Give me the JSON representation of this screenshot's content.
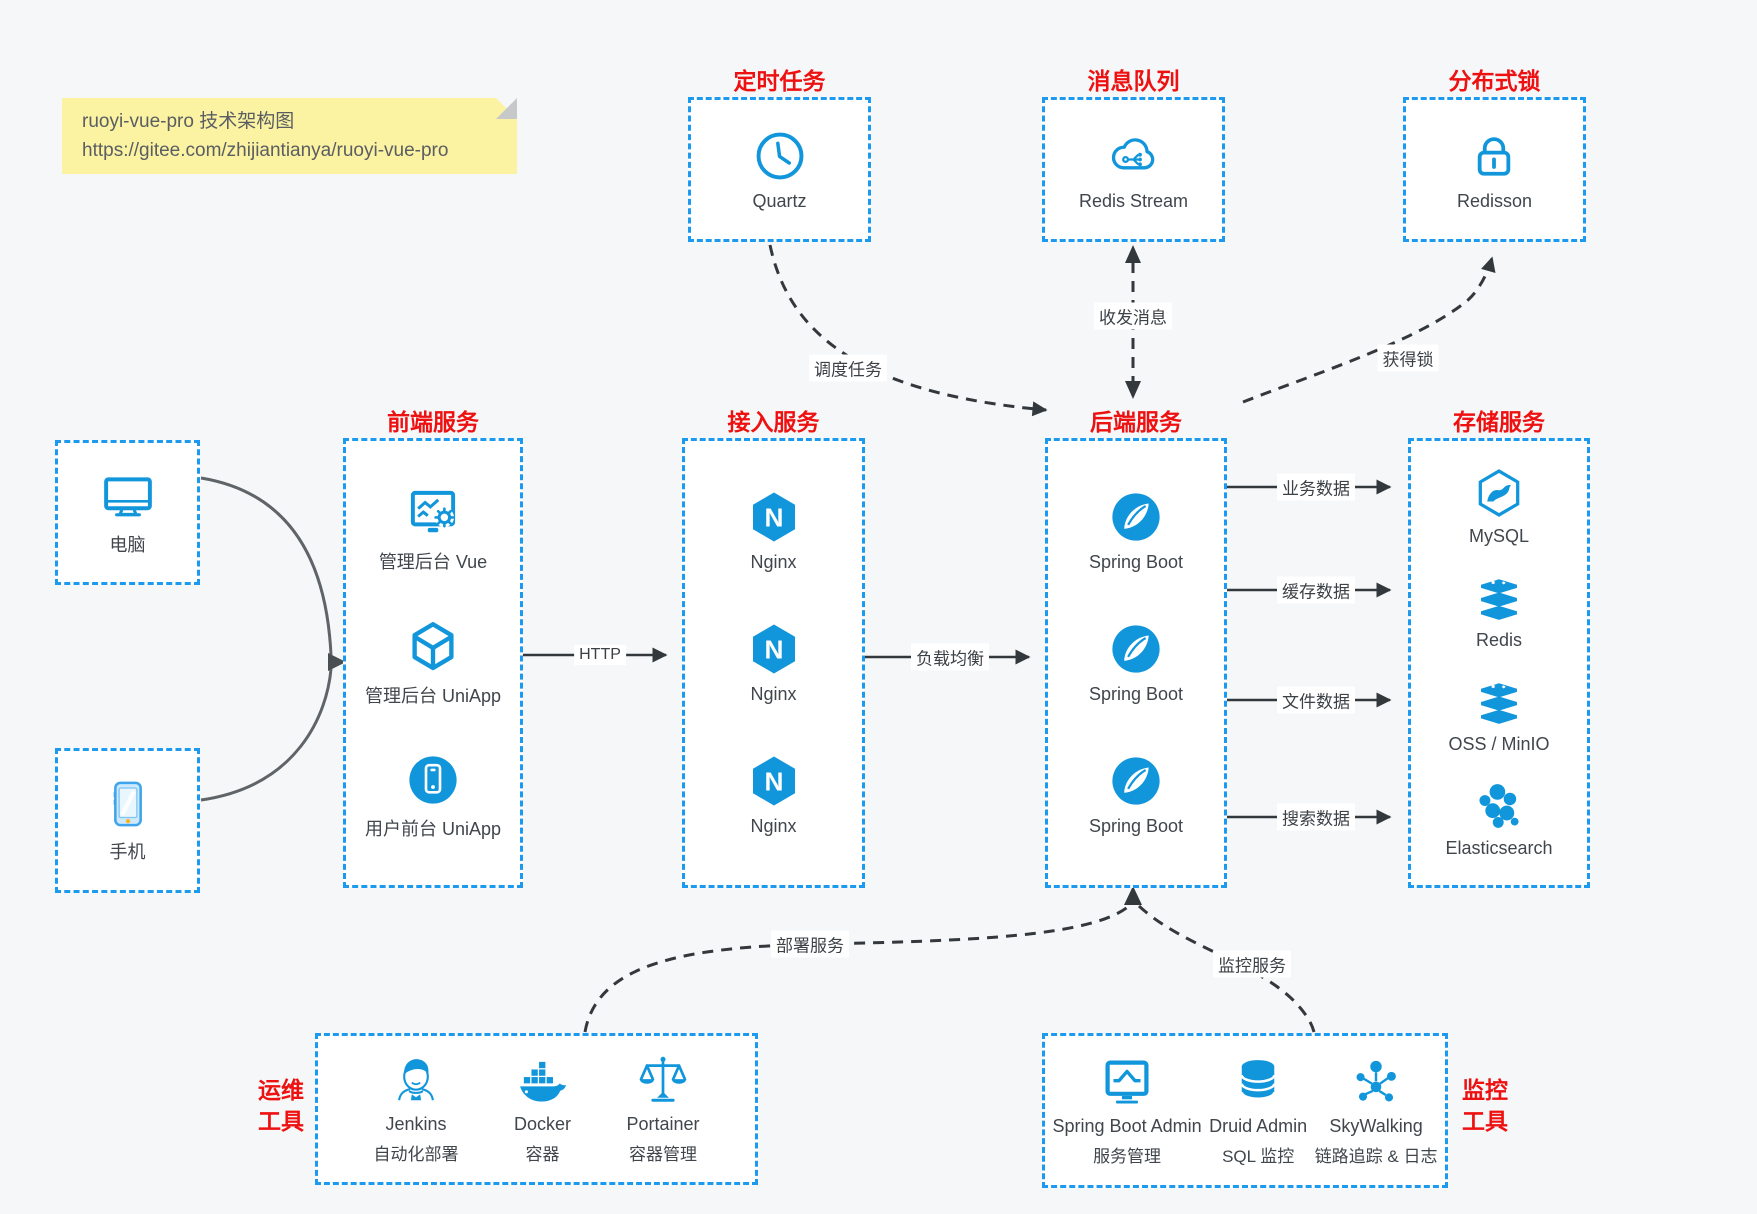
{
  "note": {
    "title": "ruoyi-vue-pro 技术架构图",
    "url": "https://gitee.com/zhijiantianya/ruoyi-vue-pro"
  },
  "colors": {
    "accent_blue": "#1296db",
    "border_blue": "#1b9aef",
    "title_red": "#ee1111",
    "line_dark": "#33383d",
    "note_bg": "#fbf2a2"
  },
  "groups": {
    "scheduler": {
      "title": "定时任务",
      "item": {
        "icon": "clock-icon",
        "label": "Quartz"
      }
    },
    "mq": {
      "title": "消息队列",
      "item": {
        "icon": "cloud-stream-icon",
        "label": "Redis Stream"
      }
    },
    "lock": {
      "title": "分布式锁",
      "item": {
        "icon": "lock-icon",
        "label": "Redisson"
      }
    },
    "clients": {
      "pc": {
        "icon": "desktop-icon",
        "label": "电脑"
      },
      "mobile": {
        "icon": "mobile-icon",
        "label": "手机"
      }
    },
    "frontend": {
      "title": "前端服务",
      "items": [
        {
          "icon": "admin-vue-icon",
          "label": "管理后台 Vue"
        },
        {
          "icon": "cube-icon",
          "label": "管理后台 UniApp"
        },
        {
          "icon": "mobile-app-icon",
          "label": "用户前台 UniApp"
        }
      ]
    },
    "gateway": {
      "title": "接入服务",
      "items": [
        {
          "icon": "nginx-icon",
          "label": "Nginx"
        },
        {
          "icon": "nginx-icon",
          "label": "Nginx"
        },
        {
          "icon": "nginx-icon",
          "label": "Nginx"
        }
      ]
    },
    "backend": {
      "title": "后端服务",
      "items": [
        {
          "icon": "spring-icon",
          "label": "Spring Boot"
        },
        {
          "icon": "spring-icon",
          "label": "Spring Boot"
        },
        {
          "icon": "spring-icon",
          "label": "Spring Boot"
        }
      ]
    },
    "storage": {
      "title": "存储服务",
      "items": [
        {
          "icon": "mysql-icon",
          "label": "MySQL"
        },
        {
          "icon": "redis-icon",
          "label": "Redis"
        },
        {
          "icon": "oss-icon",
          "label": "OSS / MinIO"
        },
        {
          "icon": "elasticsearch-icon",
          "label": "Elasticsearch"
        }
      ]
    },
    "ops": {
      "title": "运维\n工具",
      "items": [
        {
          "icon": "jenkins-icon",
          "label": "Jenkins",
          "sub": "自动化部署"
        },
        {
          "icon": "docker-icon",
          "label": "Docker",
          "sub": "容器"
        },
        {
          "icon": "portainer-icon",
          "label": "Portainer",
          "sub": "容器管理"
        }
      ]
    },
    "monitoring": {
      "title": "监控\n工具",
      "items": [
        {
          "icon": "spring-boot-admin-icon",
          "label": "Spring Boot Admin",
          "sub": "服务管理"
        },
        {
          "icon": "druid-icon",
          "label": "Druid Admin",
          "sub": "SQL 监控"
        },
        {
          "icon": "skywalking-icon",
          "label": "SkyWalking",
          "sub": "链路追踪 & 日志"
        }
      ]
    }
  },
  "edges": {
    "http": "HTTP",
    "load_balance": "负载均衡",
    "business_data": "业务数据",
    "cache_data": "缓存数据",
    "file_data": "文件数据",
    "search_data": "搜索数据",
    "schedule_task": "调度任务",
    "send_receive_message": "收发消息",
    "acquire_lock": "获得锁",
    "deploy_service": "部署服务",
    "monitor_service": "监控服务"
  }
}
